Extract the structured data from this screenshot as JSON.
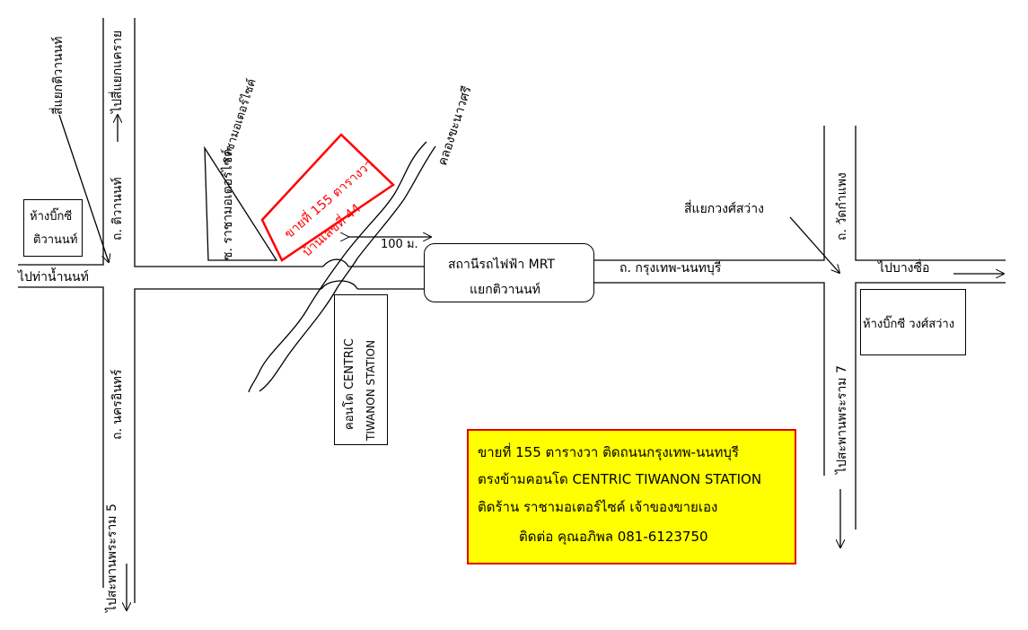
{
  "labels": {
    "si_yaek_tiwanon": "สี่แยกติวานนท์",
    "pai_si_yaek_khae_rai": "ไปสี่แยกแคราย",
    "tiwanon_road": "ถ. ติวานนท์",
    "pai_tha_nam_non": "ไปท่าน้ำนนท์",
    "nakhon_in_road": "ถ. นครอินทร์",
    "pai_saphan_rama5": "ไปสะพานพระราม 5",
    "racha_soi": "ซ. ราชามอเตอร์ไซค์",
    "racha_shape": "ราชามอเตอร์ไซค์",
    "canal": "คลองขะนาวศรี",
    "distance": "100 ม.",
    "krungthep_nonthaburi_road": "ถ. กรุงเทพ-นนทบุรี",
    "si_yaek_wong_sawang": "สี่แยกวงศ์สว่าง",
    "wat_kamphaeng_road": "ถ. วัดกำแพง",
    "pai_bang_sue": "ไปบางซื่อ",
    "pai_saphan_rama7": "ไปสะพานพระราม 7"
  },
  "big_c_tiwanon": {
    "line1": "ห้างบิ๊กซี",
    "line2": "ติวานนท์"
  },
  "big_c_wong_sawang": {
    "text": "ห้างบิ๊กซี วงศ์สว่าง"
  },
  "mrt": {
    "line1": "สถานีรถไฟฟ้า MRT",
    "line2": "แยกติวานนท์"
  },
  "condo": {
    "line1": "คอนโด CENTRIC",
    "line2": "TIWANON STATION"
  },
  "plot": {
    "line1": "ขายที่ 155 ตารางวา",
    "line2": "บ้านเลขที่ 44"
  },
  "info": {
    "line1": "ขายที่ 155 ตารางวา  ติดถนนกรุงเทพ-นนทบุรี",
    "line2": "ตรงข้ามคอนโด CENTRIC TIWANON STATION",
    "line3": "ติดร้าน ราชามอเตอร์ไซค์   เจ้าของขายเอง",
    "line4": "ติดต่อ คุณอภิพล  081-6123750"
  },
  "colors": {
    "plot_outline": "#ff0000",
    "info_fill": "#ffff00",
    "info_border": "#e60000"
  }
}
